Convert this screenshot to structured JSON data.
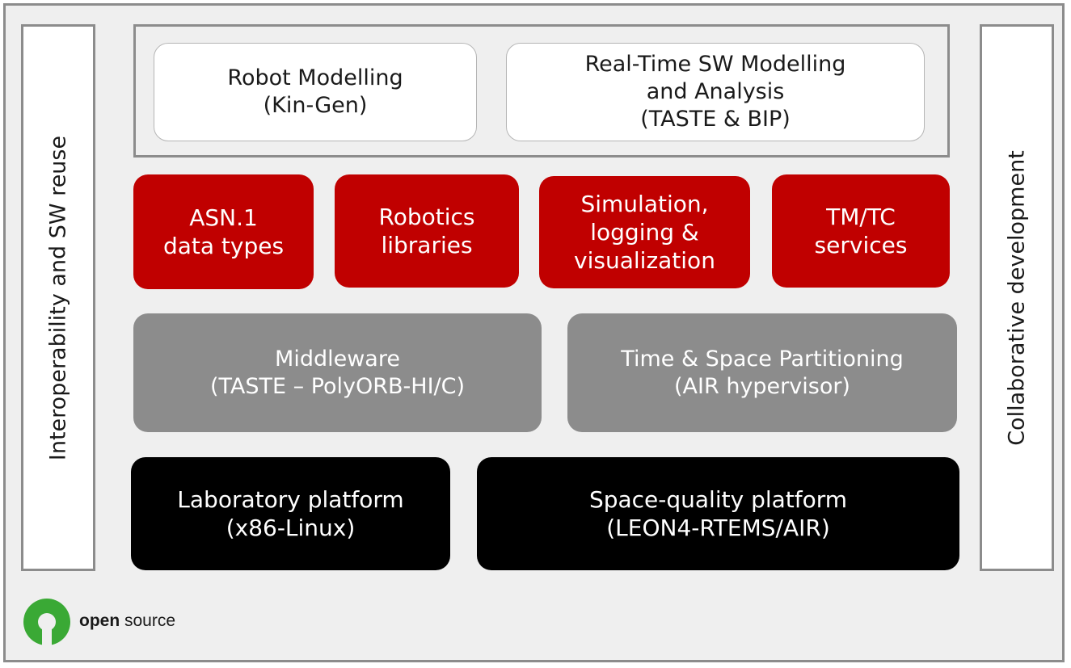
{
  "sides": {
    "left": "Interoperability and SW reuse",
    "right": "Collaborative development"
  },
  "modelling": [
    {
      "lines": [
        "Robot Modelling",
        "(Kin-Gen)"
      ]
    },
    {
      "lines": [
        "Real-Time SW Modelling",
        "and Analysis",
        "(TASTE & BIP)"
      ]
    }
  ],
  "components": [
    {
      "lines": [
        "ASN.1",
        "data types"
      ]
    },
    {
      "lines": [
        "Robotics",
        "libraries"
      ]
    },
    {
      "lines": [
        "Simulation,",
        "logging &",
        "visualization"
      ]
    },
    {
      "lines": [
        "TM/TC",
        "services"
      ]
    }
  ],
  "middleware": [
    {
      "lines": [
        "Middleware",
        "(TASTE – PolyORB-HI/C)"
      ]
    },
    {
      "lines": [
        "Time & Space Partitioning",
        "(AIR hypervisor)"
      ]
    }
  ],
  "platforms": [
    {
      "lines": [
        "Laboratory platform",
        "(x86-Linux)"
      ]
    },
    {
      "lines": [
        "Space-quality platform",
        "(LEON4-RTEMS/AIR)"
      ]
    }
  ],
  "logo": {
    "bold": "open",
    "rest": " source",
    "color": "#3aa935"
  }
}
